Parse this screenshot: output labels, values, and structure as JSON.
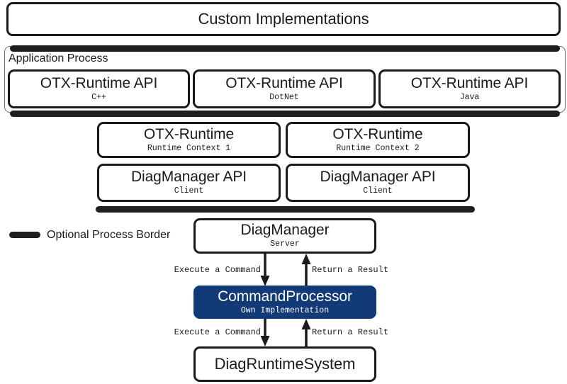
{
  "diagram": {
    "title": "OTX Runtime / DiagManager architecture",
    "accent_color": "#123a78",
    "line_color": "#1a1a1a",
    "process_border_color": "#1f1f1f"
  },
  "top": {
    "custom_implementations": "Custom Implementations"
  },
  "application_process": {
    "label": "Application Process",
    "api_boxes": [
      {
        "title": "OTX-Runtime API",
        "sub": "C++"
      },
      {
        "title": "OTX-Runtime API",
        "sub": "DotNet"
      },
      {
        "title": "OTX-Runtime API",
        "sub": "Java"
      }
    ]
  },
  "runtime_row": [
    {
      "title": "OTX-Runtime",
      "sub": "Runtime Context 1"
    },
    {
      "title": "OTX-Runtime",
      "sub": "Runtime Context 2"
    }
  ],
  "diagmanager_api_row": [
    {
      "title": "DiagManager API",
      "sub": "Client"
    },
    {
      "title": "DiagManager API",
      "sub": "Client"
    }
  ],
  "legend": {
    "label": "Optional Process Border"
  },
  "server_stack": {
    "diagmanager": {
      "title": "DiagManager",
      "sub": "Server"
    },
    "command_processor": {
      "title": "CommandProcessor",
      "sub": "Own Implementation"
    },
    "diagruntimesystem": {
      "title": "DiagRuntimeSystem",
      "sub": ""
    }
  },
  "arrows": {
    "upper_down_label": "Execute a Command",
    "upper_up_label": "Return a Result",
    "lower_down_label": "Execute a Command",
    "lower_up_label": "Return a Result"
  }
}
